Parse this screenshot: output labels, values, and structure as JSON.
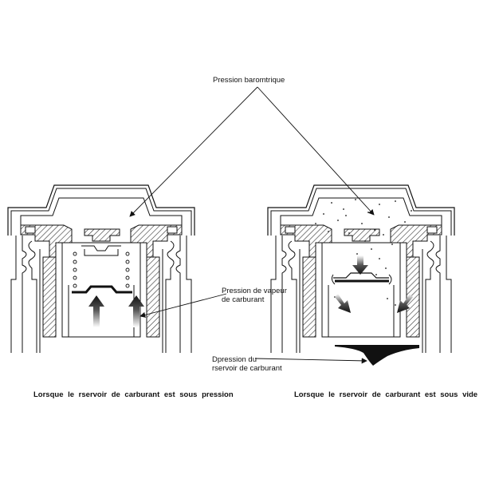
{
  "labels": {
    "barometric": "Pression baromtrique",
    "vapor_line1": "Pression de vapeur",
    "vapor_line2": "de carburant",
    "depression_line1": "Dpression du",
    "depression_line2": "rservoir de carburant"
  },
  "captions": {
    "left": "Lorsque le rservoir de carburant est sous pression",
    "right": "Lorsque le rservoir de carburant est sous vide"
  }
}
